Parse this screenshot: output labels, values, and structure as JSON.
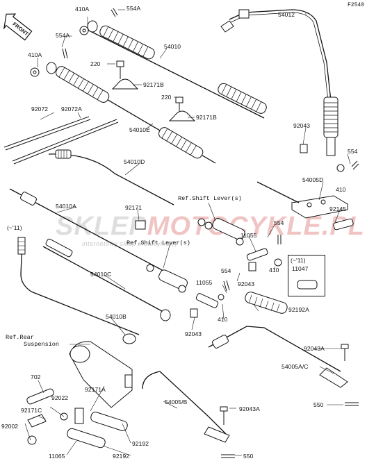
{
  "diagram_code": "F2540",
  "front_label": "FRONT",
  "watermark": {
    "text_a": "SKLEP",
    "text_b": "MOTO",
    "text_c": "CYKLE.PL",
    "subtitle": "internetowy sklep motocyklowy"
  },
  "labels": {
    "p410A_top": "410A",
    "p554A_top": "554A",
    "p54012": "54012",
    "p554A_left": "554A",
    "p54010": "54010",
    "p410A_left": "410A",
    "p220_a": "220",
    "p92171B_a": "92171B",
    "p220_b": "220",
    "p92171B_b": "92171B",
    "p92072": "92072",
    "p92072A": "92072A",
    "p54010E": "54010E",
    "p92043_r": "92043",
    "p554_r": "554",
    "p54010D": "54010D",
    "p410_r": "410",
    "p54005D": "54005D",
    "ref_shift_1": "Ref.Shift Lever(s)",
    "p92145": "92145",
    "p54010A": "54010A",
    "p92171": "92171",
    "p554_mid": "554",
    "p11055_a": "11055",
    "ref_shift_2": "Ref.Shift Lever(s)",
    "note_11_left": "(~'11)",
    "note_11_right": "(~'11)",
    "p11047": "11047",
    "p92043_mid": "92043",
    "p410_mid": "410",
    "p54010C": "54010C",
    "p554_low": "554",
    "p11055_b": "11055",
    "p410_low": "410",
    "p92192A": "92192A",
    "p54010B": "54010B",
    "p92043_low": "92043",
    "ref_rear": "Ref.Rear",
    "suspension": "Suspension",
    "p92043A_a": "92043A",
    "p54005AC": "54005A/C",
    "p702": "702",
    "p92171A": "92171A",
    "p92022": "92022",
    "p92171C": "92171C",
    "p54005B": "54005/B",
    "p92043A_b": "92043A",
    "p550_a": "550",
    "p92002": "92002",
    "p92192_a": "92192",
    "p11065": "11065",
    "p92192_b": "92192",
    "p550_b": "550"
  }
}
